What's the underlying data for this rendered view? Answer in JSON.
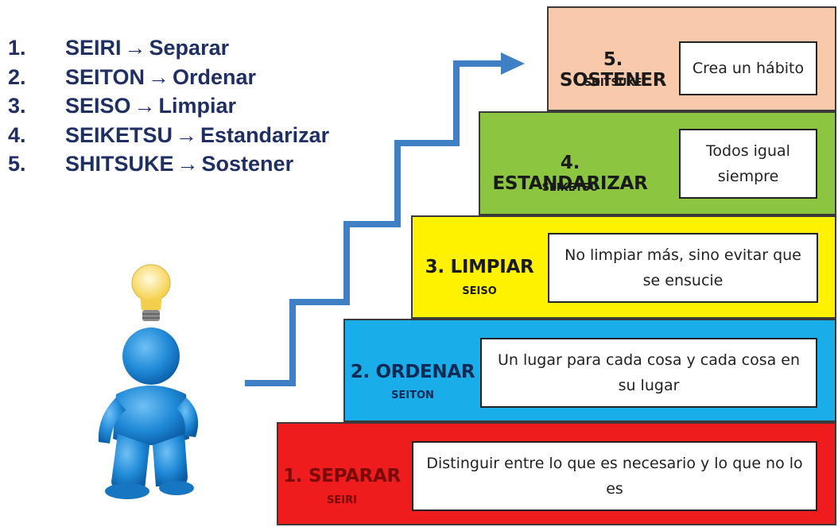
{
  "list": [
    {
      "num": "1.",
      "japanese": "SEIRI",
      "arrow": "→",
      "spanish": "Separar"
    },
    {
      "num": "2.",
      "japanese": "SEITON",
      "arrow": "→",
      "spanish": "Ordenar"
    },
    {
      "num": "3.",
      "japanese": "SEISO",
      "arrow": "→",
      "spanish": "Limpiar"
    },
    {
      "num": "4.",
      "japanese": "SEIKETSU",
      "arrow": "→",
      "spanish": "Estandarizar"
    },
    {
      "num": "5.",
      "japanese": "SHITSUKE",
      "arrow": "→",
      "spanish": "Sostener"
    }
  ],
  "steps": [
    {
      "title": "1. SEPARAR",
      "sub": "SEIRI",
      "desc": "Distinguir entre lo que es necesario y lo que no lo es",
      "color": "#ee1c1c",
      "title_color": "#7a0a0a",
      "sub_color": "#7a0a0a"
    },
    {
      "title": "2. ORDENAR",
      "sub": "SEITON",
      "desc": "Un lugar para cada cosa y cada cosa en su lugar",
      "color": "#19aeea",
      "title_color": "#0d2a55",
      "sub_color": "#0d2a55"
    },
    {
      "title": "3. LIMPIAR",
      "sub": "SEISO",
      "desc": "No limpiar más, sino evitar que se ensucie",
      "color": "#fff200",
      "title_color": "#1a1a1a",
      "sub_color": "#1a1a1a"
    },
    {
      "title": "4. ESTANDARIZAR",
      "sub": "SEIKETSU",
      "desc": "Todos igual siempre",
      "color": "#8cc641",
      "title_color": "#1a1a1a",
      "sub_color": "#1a1a1a"
    },
    {
      "title": "5. SOSTENER",
      "sub": "SHITSUKE",
      "desc": "Crea un hábito",
      "color": "#f9c9ab",
      "title_color": "#1a1a1a",
      "sub_color": "#1a1a1a"
    }
  ],
  "icons": {
    "figure": "person-with-lightbulb-icon",
    "arrow": "staircase-arrow-icon"
  },
  "colors": {
    "list_text": "#1f2e63",
    "arrow": "#3f7fc4",
    "figure": "#1e88d6",
    "bulb": "#ffe27a"
  }
}
